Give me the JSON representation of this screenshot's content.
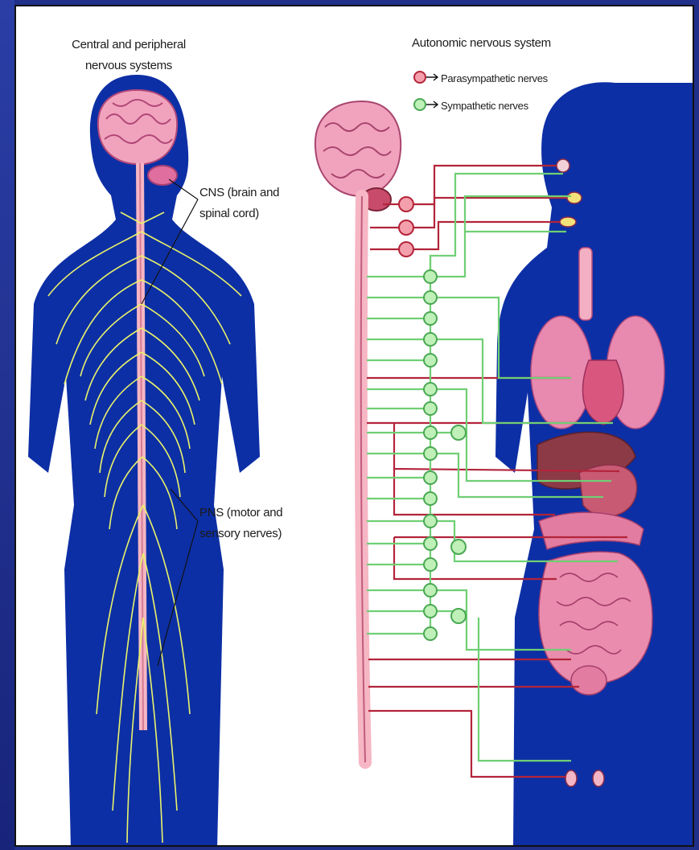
{
  "left_panel": {
    "title_line1": "Central and peripheral",
    "title_line2": "nervous systems",
    "cns_line1": "CNS (brain and",
    "cns_line2": "spinal cord)",
    "pns_line1": "PNS (motor and",
    "pns_line2": "sensory nerves)"
  },
  "right_panel": {
    "title": "Autonomic nervous system",
    "legend": [
      {
        "label": "Parasympathetic nerves",
        "color": "#b3243a",
        "node_color": "#f3a0ac"
      },
      {
        "label": "Sympathetic nerves",
        "color": "#6fcf74",
        "node_color": "#bff0b8"
      }
    ]
  },
  "colors": {
    "body_silhouette": "#0d2fa5",
    "brain": "#f1a3bd",
    "spinal_cord": "#f6b6c4",
    "peripheral_nerves": "#e9f36a"
  }
}
